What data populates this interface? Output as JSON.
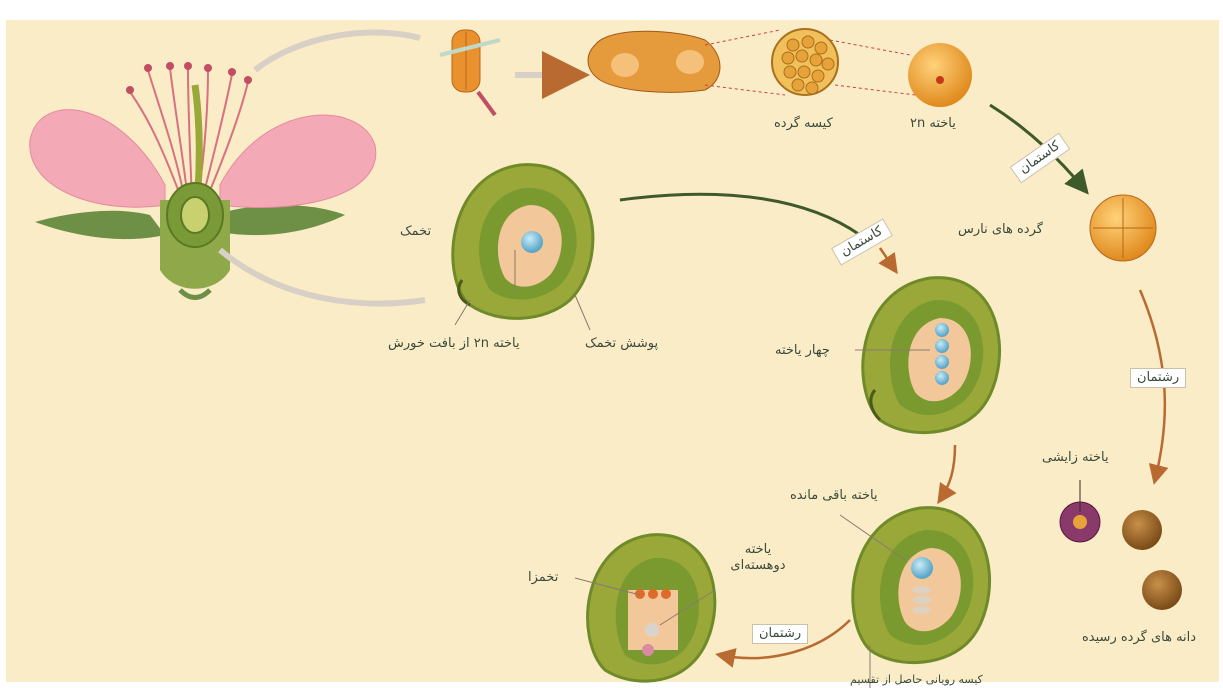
{
  "colors": {
    "background": "#fbecc8",
    "petal": "#f2a7b4",
    "ovule_outer": "#9aa83a",
    "ovule_inner": "#6f8a28",
    "cell_blue": "#8ec9e0",
    "pollen_orange": "#f0a638",
    "pollen_brown": "#8a5a22",
    "arrow": "#b86a30"
  },
  "labels": {
    "pollen_sac": "کیسه گرده",
    "cell_2n_top": "یاخته ۲n",
    "meiosis_1": "کاستمان",
    "immature_pollen": "گرده های نارس",
    "ovule": "تخمک",
    "cell_2n_nucellus": "یاخته ۲n از بافت خورش",
    "ovule_coat": "پوشش تخمک",
    "meiosis_2": "کاستمان",
    "four_cells": "چهار یاخته",
    "mitosis_1": "رشتمان",
    "generative_cell": "یاخته زایشی",
    "remaining_cell": "یاخته باقی مانده",
    "mature_pollen": "دانه های گرده رسیده",
    "binucleate_cell": "یاخته دوهسته‌ای",
    "egg": "تخمزا",
    "mitosis_2": "رشتمان",
    "embryo_sac_partial": "کیسه رویانی حاصل از تقسیم"
  }
}
